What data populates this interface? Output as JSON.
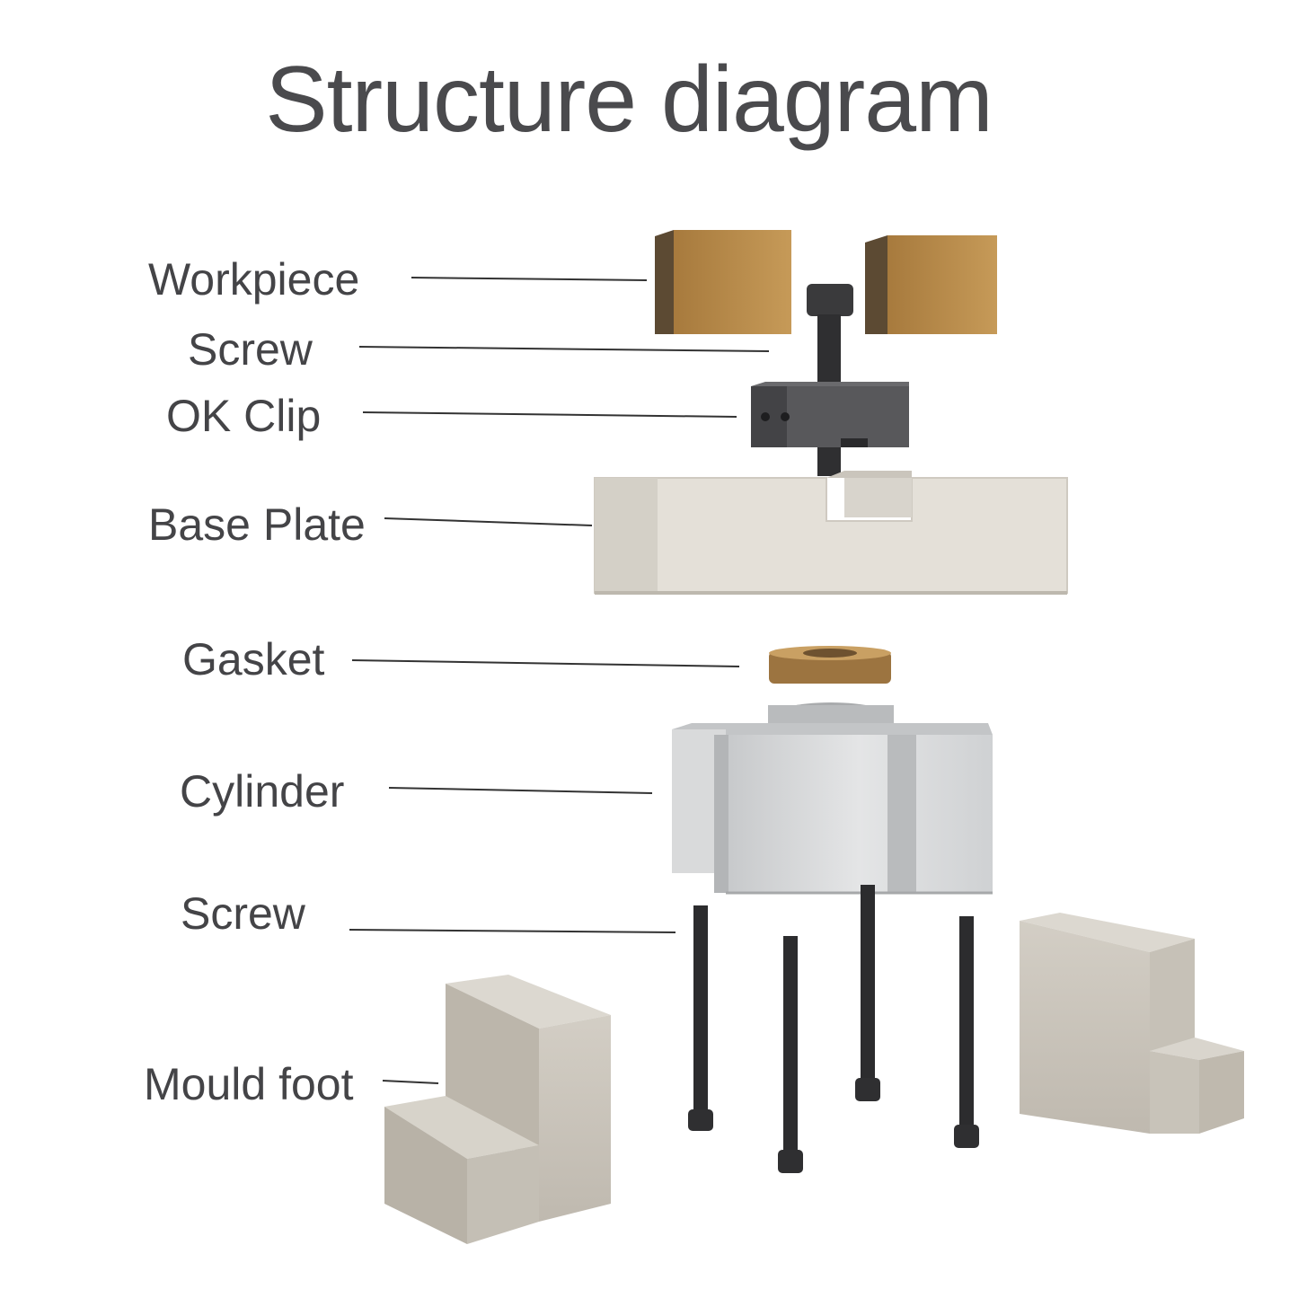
{
  "title": "Structure diagram",
  "labels": {
    "workpiece": "Workpiece",
    "screw_top": "Screw",
    "ok_clip": "OK Clip",
    "base_plate": "Base Plate",
    "gasket": "Gasket",
    "cylinder": "Cylinder",
    "screw_bottom": "Screw",
    "mould_foot": "Mould foot"
  },
  "colors": {
    "text": "#444447",
    "leader": "#333333",
    "bronze": "#b68848",
    "steel_dark": "#4b4b4e",
    "base_plate": "#e2ded6",
    "aluminium": "#d2d4d6",
    "mould_foot": "#c9c4bb"
  }
}
